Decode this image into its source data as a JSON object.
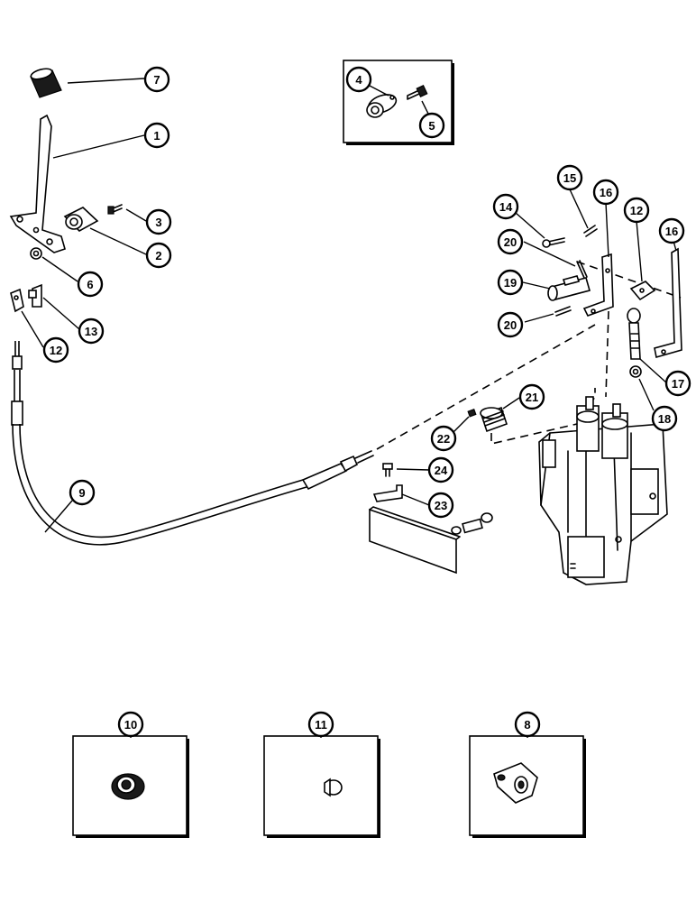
{
  "diagram": {
    "callouts": [
      {
        "label": "7"
      },
      {
        "label": "1"
      },
      {
        "label": "3"
      },
      {
        "label": "2"
      },
      {
        "label": "6"
      },
      {
        "label": "13"
      },
      {
        "label": "12"
      },
      {
        "label": "9"
      },
      {
        "label": "4"
      },
      {
        "label": "5"
      },
      {
        "label": "15"
      },
      {
        "label": "16"
      },
      {
        "label": "14"
      },
      {
        "label": "12"
      },
      {
        "label": "16"
      },
      {
        "label": "20"
      },
      {
        "label": "19"
      },
      {
        "label": "20"
      },
      {
        "label": "17"
      },
      {
        "label": "18"
      },
      {
        "label": "21"
      },
      {
        "label": "22"
      },
      {
        "label": "24"
      },
      {
        "label": "23"
      },
      {
        "label": "10"
      },
      {
        "label": "11"
      },
      {
        "label": "8"
      }
    ]
  }
}
